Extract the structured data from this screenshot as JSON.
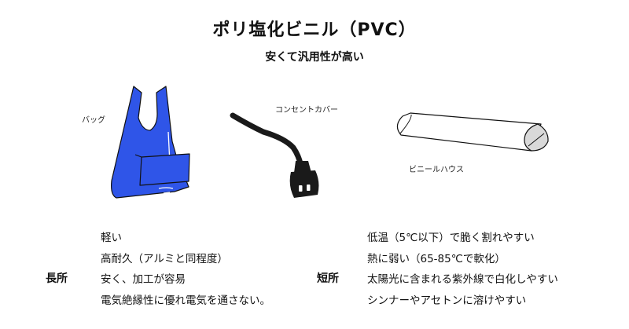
{
  "title": "ポリ塩化ビニル（PVC）",
  "subtitle": "安くて汎用性が高い",
  "examples": {
    "bag": "バッグ",
    "cover": "コンセントカバー",
    "house": "ビニールハウス"
  },
  "pros": {
    "heading": "長所",
    "items": [
      "軽い",
      "高耐久（アルミと同程度）",
      "安く、加工が容易",
      "電気絶縁性に優れ電気を通さない。"
    ]
  },
  "cons": {
    "heading": "短所",
    "items": [
      "低温（5℃以下）で脆く割れやすい",
      "熱に弱い（65-85℃で軟化）",
      "太陽光に含まれる紫外線で白化しやすい",
      "シンナーやアセトンに溶けやすい"
    ]
  },
  "colors": {
    "bag_blue": "#2f55e8",
    "cable_black": "#1a1a1a",
    "tube_gray": "#d9d9d9"
  }
}
